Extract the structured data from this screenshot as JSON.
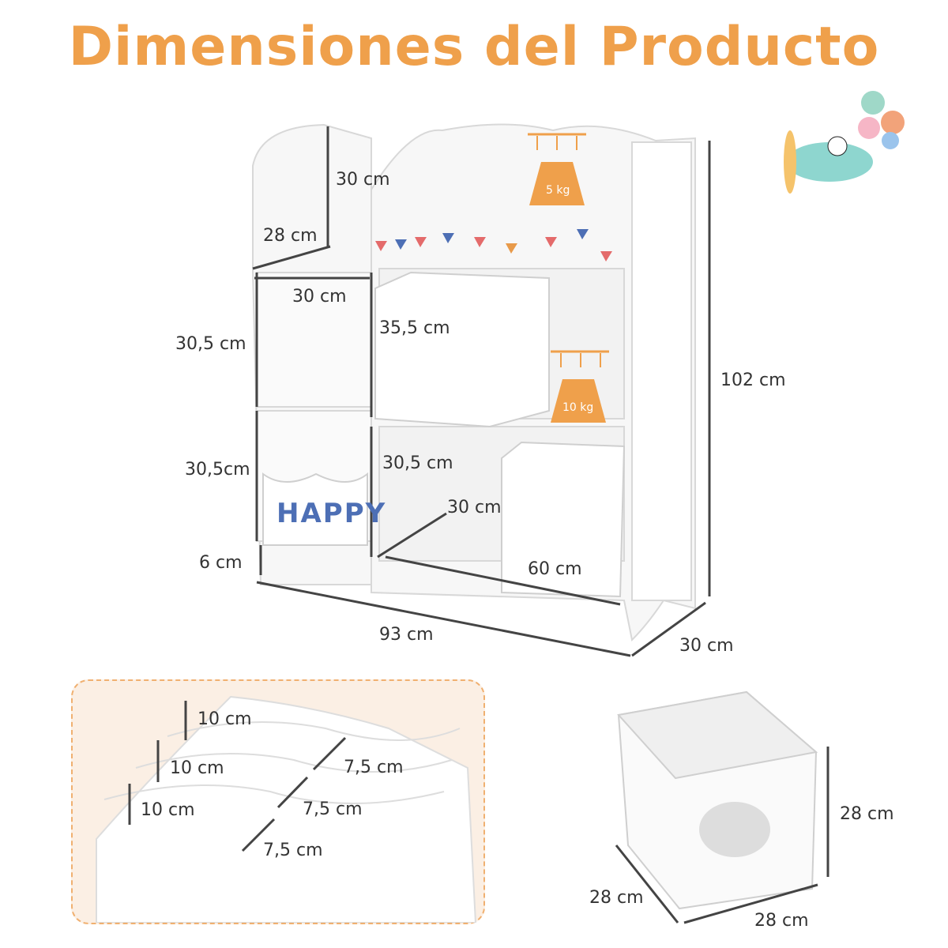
{
  "title": "Dimensiones del Producto",
  "main_shelf": {
    "top_height": "30 cm",
    "top_depth": "28 cm",
    "cube_width": "30 cm",
    "cube_height_upper": "30,5 cm",
    "bin_width": "35,5 cm",
    "cube_height_lower": "30,5cm",
    "center_height": "30,5 cm",
    "center_depth": "30 cm",
    "bottom_width": "60 cm",
    "leg_height": "6 cm",
    "total_width": "93 cm",
    "total_depth": "30 cm",
    "total_height": "102 cm",
    "load_top": "5 kg",
    "load_shelf": "10 kg",
    "decor_text": "HAPPY"
  },
  "inset": {
    "heights": [
      "10 cm",
      "10 cm",
      "10 cm"
    ],
    "depths": [
      "7,5 cm",
      "7,5 cm",
      "7,5 cm"
    ]
  },
  "bin": {
    "height": "28 cm",
    "depth": "28 cm",
    "width": "28 cm"
  },
  "colors": {
    "accent": "#EFA04B",
    "line": "#444444"
  }
}
